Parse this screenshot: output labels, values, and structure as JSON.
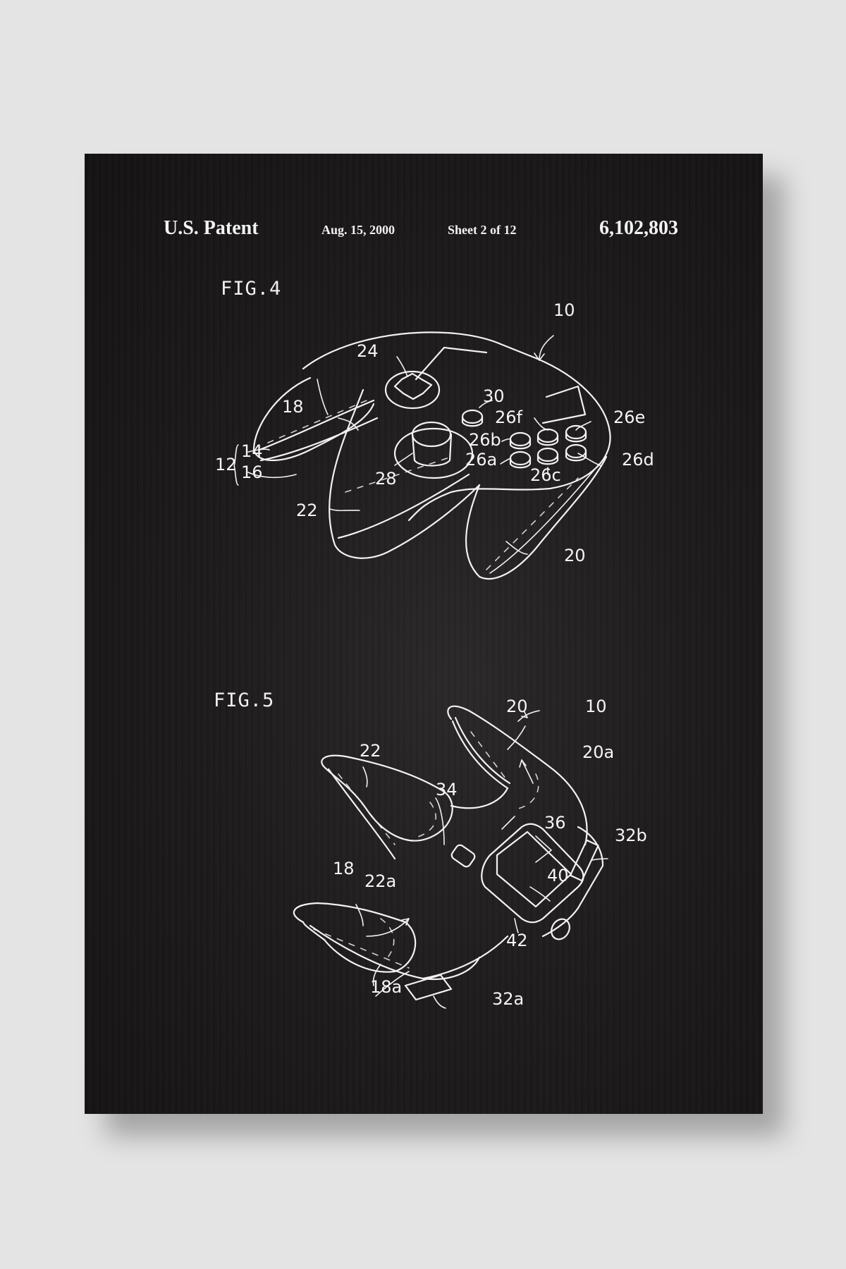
{
  "poster": {
    "background_color": "#1b1819",
    "page_background": "#e4e4e4",
    "line_color": "#f2f2f2"
  },
  "header": {
    "left": "U.S. Patent",
    "date": "Aug. 15, 2000",
    "sheet": "Sheet 2 of 12",
    "number": "6,102,803"
  },
  "figures": [
    {
      "label": "FIG.4",
      "subject": "game controller, top perspective view",
      "refs": [
        "10",
        "24",
        "30",
        "26f",
        "26e",
        "18",
        "26b",
        "26d",
        "26a",
        "12",
        "14",
        "16",
        "28",
        "26c",
        "22",
        "20"
      ]
    },
    {
      "label": "FIG.5",
      "subject": "game controller, bottom perspective view",
      "refs": [
        "20",
        "10",
        "22",
        "20a",
        "34",
        "36",
        "32b",
        "18",
        "22a",
        "40",
        "42",
        "18a",
        "32a"
      ]
    }
  ]
}
